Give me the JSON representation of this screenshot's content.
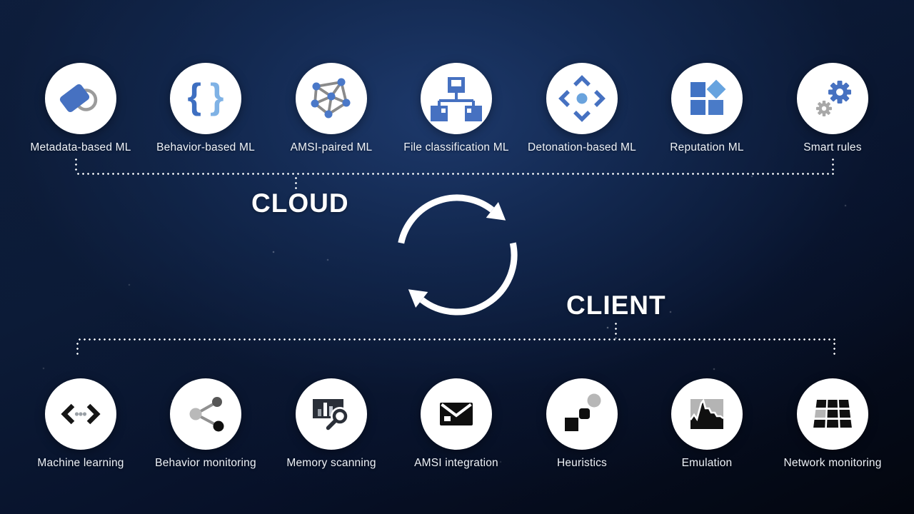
{
  "cloud": {
    "label": "CLOUD",
    "items": [
      {
        "label": "Metadata-based ML",
        "icon": "tag-icon"
      },
      {
        "label": "Behavior-based ML",
        "icon": "curly-braces-icon"
      },
      {
        "label": "AMSI-paired ML",
        "icon": "network-graph-icon"
      },
      {
        "label": "File classification ML",
        "icon": "hierarchy-icon"
      },
      {
        "label": "Detonation-based ML",
        "icon": "target-expand-icon"
      },
      {
        "label": "Reputation ML",
        "icon": "squares-diamond-icon"
      },
      {
        "label": "Smart rules",
        "icon": "gears-icon"
      }
    ]
  },
  "client": {
    "label": "CLIENT",
    "items": [
      {
        "label": "Machine learning",
        "icon": "code-brackets-icon"
      },
      {
        "label": "Behavior monitoring",
        "icon": "share-nodes-icon"
      },
      {
        "label": "Memory scanning",
        "icon": "chart-magnifier-icon"
      },
      {
        "label": "AMSI integration",
        "icon": "envelope-icon"
      },
      {
        "label": "Heuristics",
        "icon": "steps-shapes-icon"
      },
      {
        "label": "Emulation",
        "icon": "area-chart-icon"
      },
      {
        "label": "Network monitoring",
        "icon": "perspective-grid-icon"
      }
    ]
  },
  "center": {
    "icon": "sync-arrows-icon"
  },
  "braces": {
    "left": "{",
    "right": "}"
  },
  "colors": {
    "background_center": "#153060",
    "background_edge": "#03060e",
    "circle_fill": "#ffffff",
    "accent_blue": "#4671c1",
    "accent_light_blue": "#6aa3dd",
    "icon_gray": "#9b9b9b",
    "icon_dark": "#101010",
    "text": "#eef2f8",
    "dotted_line": "#f8fafc"
  }
}
